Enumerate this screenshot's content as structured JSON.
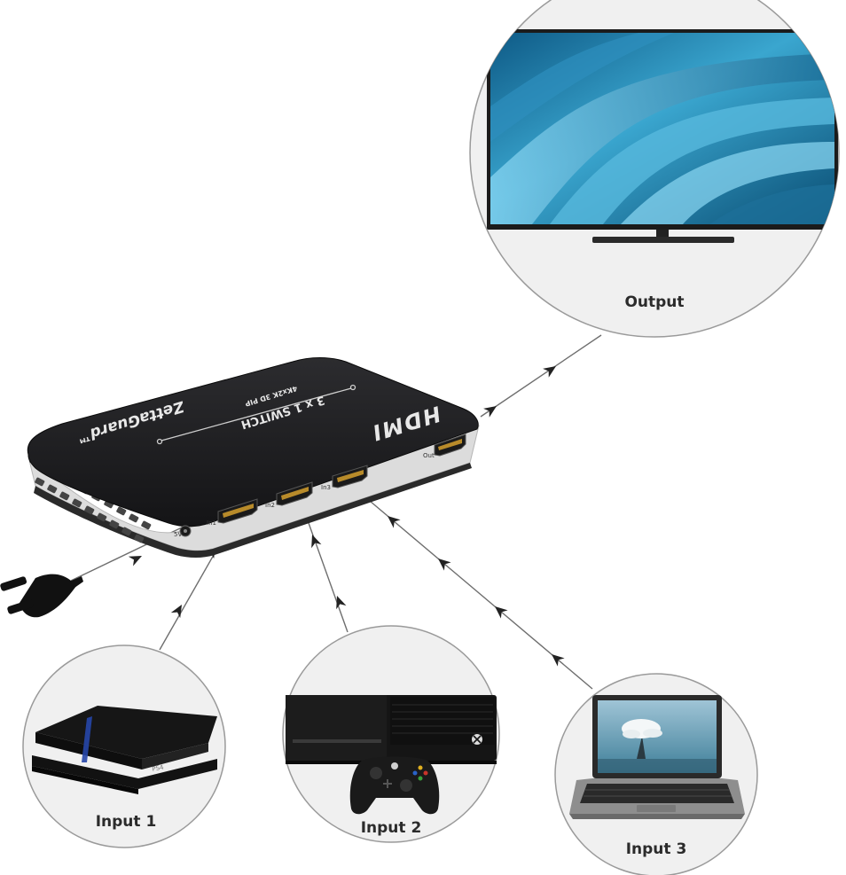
{
  "labels": {
    "output": "Output",
    "input1": "Input 1",
    "input2": "Input 2",
    "input3": "Input 3"
  },
  "device": {
    "brand": "ZettaGuard",
    "trademark": "™",
    "logo": "HDMI",
    "model": "3 x 1 SWITCH",
    "spec": "4Kx2K 3D PIP",
    "ports": [
      "In1",
      "In2",
      "In3",
      "Out"
    ],
    "dc_label": "5V"
  },
  "console1": {
    "brand": "PS4"
  },
  "colors": {
    "circle_fill": "#f0f0f0",
    "circle_stroke": "#9a9a9a",
    "connector_line": "#6e6e6e",
    "device_body": "#1f1f21",
    "device_side": "#dcdcdc",
    "screen_accent": "#1f7fa8"
  },
  "icons": [
    "power-plug-icon",
    "hdmi-port-icon",
    "arrow-icon"
  ]
}
